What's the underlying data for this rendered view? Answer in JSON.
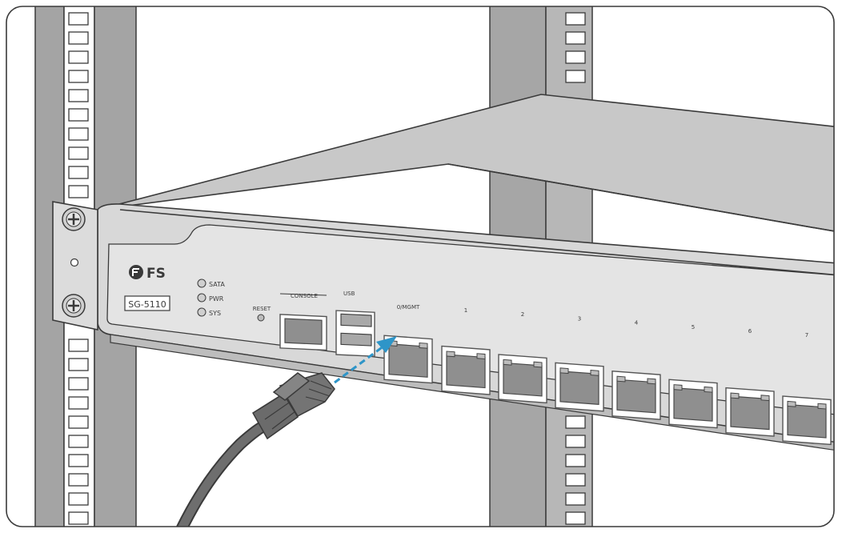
{
  "colors": {
    "background": "#ffffff",
    "rack": "#a4a4a4",
    "rack_dark": "#8e8e8e",
    "device_top": "#c7c7c7",
    "device_front": "#d9d9d9",
    "bezel": "#e3e3e3",
    "port": "#8f8f8f",
    "cable": "#6e6e6e",
    "arrow": "#2e95c8"
  },
  "icons": {
    "brand_logo": "fs-logo-icon",
    "screw": "screw-icon",
    "led": "led-indicator-icon",
    "arrow": "connection-arrow-icon"
  },
  "device": {
    "brand": "FS",
    "model": "SG-5110",
    "leds": [
      "SATA",
      "PWR",
      "SYS"
    ],
    "reset_label": "RESET",
    "console_label": "CONSOLE",
    "usb_label": "USB",
    "mgmt_label": "0/MGMT",
    "ports": [
      "1",
      "2",
      "3",
      "4",
      "5",
      "6",
      "7"
    ]
  }
}
